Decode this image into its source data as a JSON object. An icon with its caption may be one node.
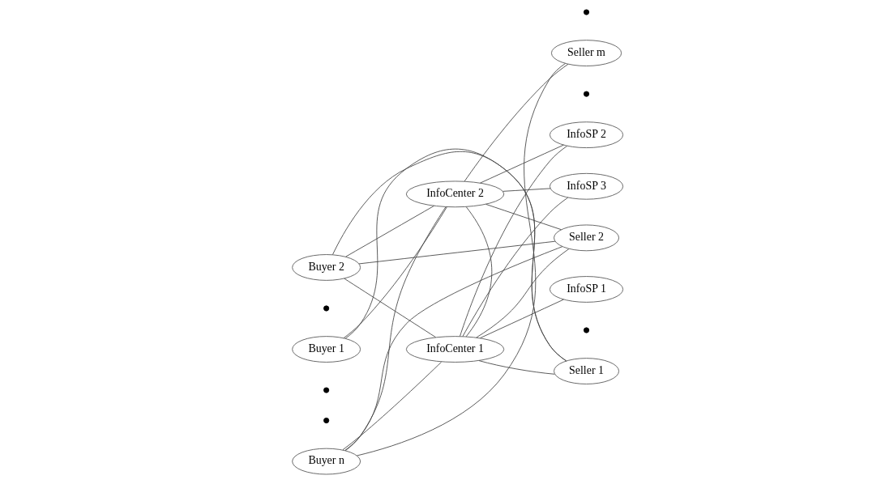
{
  "diagram": {
    "nodes": [
      {
        "text": [
          "Buyer 1"
        ]
      },
      {
        "text": [
          "Buyer 2"
        ]
      },
      {
        "text": [
          "Buyer n"
        ]
      },
      {
        "text": [
          "Seller 1"
        ]
      },
      {
        "text": [
          "Seller 2"
        ]
      },
      {
        "text": [
          "Seller m"
        ]
      },
      {
        "text": [
          "InfoCenter 1"
        ]
      },
      {
        "text": [
          "InfoCenter 2"
        ]
      },
      {
        "text": [
          "InfoSP 1"
        ]
      },
      {
        "text": [
          "InfoSP 2"
        ]
      },
      {
        "text": [
          "InfoSP 3"
        ]
      }
    ],
    "edges": [
      {
        "from": 0,
        "to": 3,
        "arrow": "none"
      },
      {
        "from": 0,
        "to": 7,
        "arrow": "none"
      },
      {
        "from": 1,
        "to": 3,
        "arrow": "none"
      },
      {
        "from": 1,
        "to": 4,
        "arrow": "none"
      },
      {
        "from": 1,
        "to": 6,
        "arrow": "none"
      },
      {
        "from": 1,
        "to": 7,
        "arrow": "none"
      },
      {
        "from": 2,
        "to": 4,
        "arrow": "none"
      },
      {
        "from": 2,
        "to": 5,
        "arrow": "none"
      },
      {
        "from": 2,
        "to": 6,
        "arrow": "none"
      },
      {
        "from": 2,
        "to": 7,
        "arrow": "none"
      },
      {
        "from": 6,
        "to": 3,
        "arrow": "none"
      },
      {
        "from": 6,
        "to": 4,
        "arrow": "none"
      },
      {
        "from": 7,
        "to": 4,
        "arrow": "none"
      },
      {
        "from": 7,
        "to": 5,
        "arrow": "none"
      },
      {
        "from": 6,
        "to": 7,
        "arrow": "none"
      },
      {
        "from": 6,
        "to": 8,
        "arrow": "none"
      },
      {
        "from": 6,
        "to": 9,
        "arrow": "none"
      },
      {
        "from": 6,
        "to": 10,
        "arrow": "none"
      },
      {
        "from": 7,
        "to": 9,
        "arrow": "none"
      },
      {
        "from": 7,
        "to": 10,
        "arrow": "none"
      }
    ]
  }
}
